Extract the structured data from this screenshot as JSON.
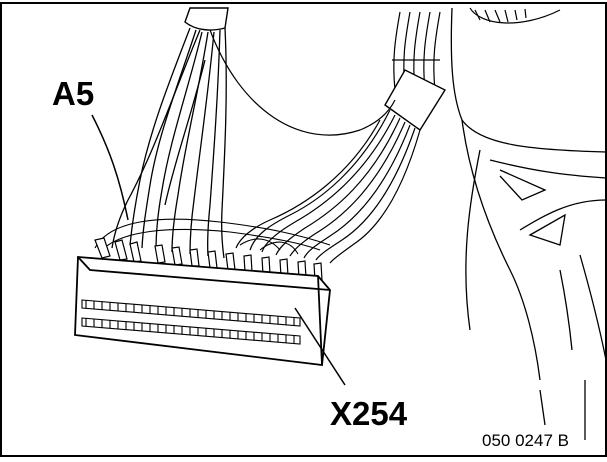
{
  "diagram": {
    "callouts": {
      "a5": "A5",
      "x254": "X254"
    },
    "figure_number": "050 0247 B"
  }
}
